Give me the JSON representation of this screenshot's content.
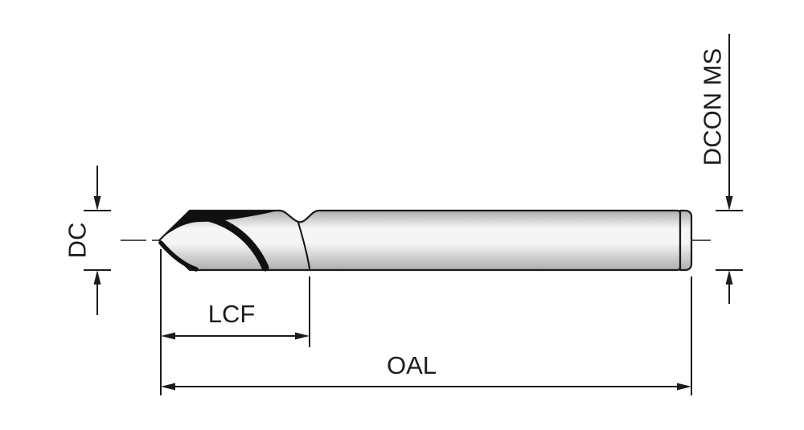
{
  "diagram": {
    "type": "technical-drawing",
    "subject": "spot-drill-side-view",
    "labels": {
      "dc": "DC",
      "lcf": "LCF",
      "oal": "OAL",
      "dcon": "DCON MS"
    },
    "colors": {
      "line": "#1c1c1c",
      "flute": "#101010",
      "metal_light": "#f5f5f5",
      "metal_mid": "#d4d4d4",
      "metal_dark": "#aeaeae",
      "background": "#ffffff"
    }
  }
}
